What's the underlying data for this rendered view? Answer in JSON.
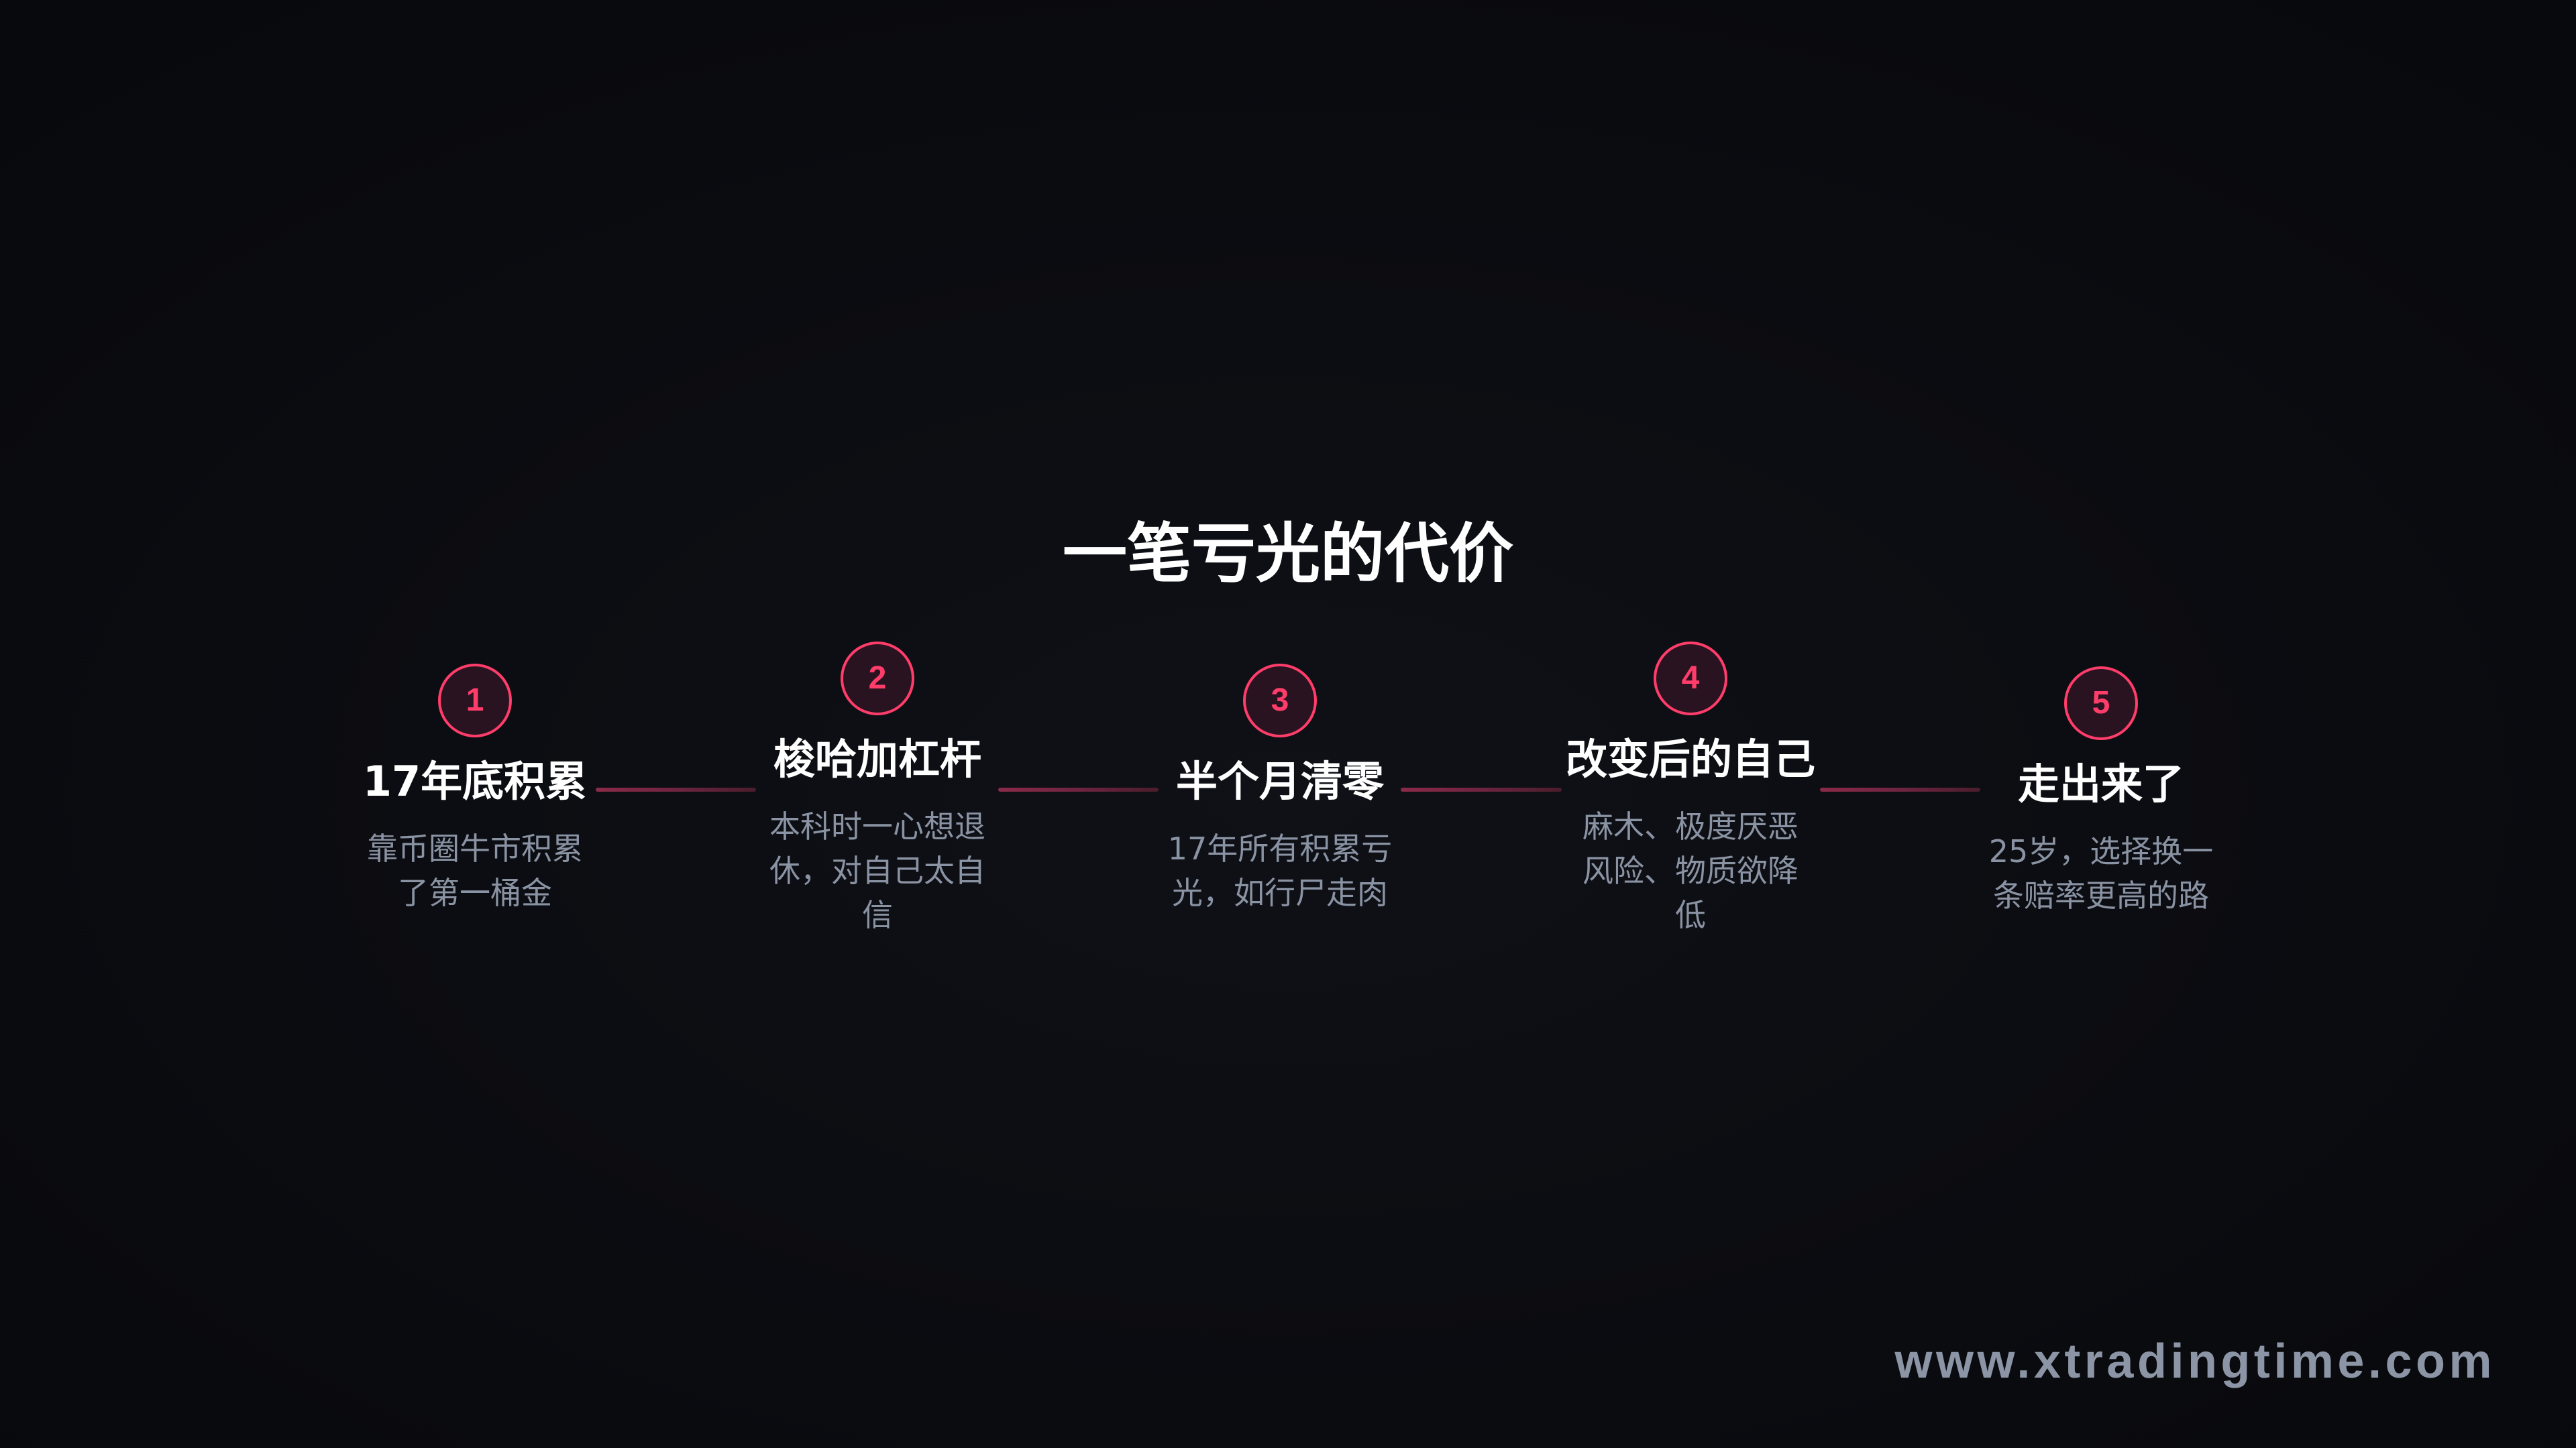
{
  "title": "一笔亏光的代价",
  "colors": {
    "accent": "#ff3d6b",
    "circle_fill": "#2a1320",
    "title_text": "#ffffff",
    "description_text": "#8a93a3",
    "watermark_text": "#8c95a5",
    "connector_start": "#8a2a48",
    "connector_end": "#4a1d2c",
    "background": "#0c0d12"
  },
  "steps": [
    {
      "number": "1",
      "title": "17年底积累",
      "description": [
        "靠币圈牛市积累",
        "了第一桶金"
      ]
    },
    {
      "number": "2",
      "title": "梭哈加杠杆",
      "description": [
        "本科时一心想退",
        "休，对自己太自",
        "信"
      ]
    },
    {
      "number": "3",
      "title": "半个月清零",
      "description": [
        "17年所有积累亏",
        "光，如行尸走肉"
      ]
    },
    {
      "number": "4",
      "title": "改变后的自己",
      "description": [
        "麻木、极度厌恶",
        "风险、物质欲降",
        "低"
      ]
    },
    {
      "number": "5",
      "title": "走出来了",
      "description": [
        "25岁，选择换一",
        "条赔率更高的路"
      ]
    }
  ],
  "watermark": "www.xtradingtime.com"
}
